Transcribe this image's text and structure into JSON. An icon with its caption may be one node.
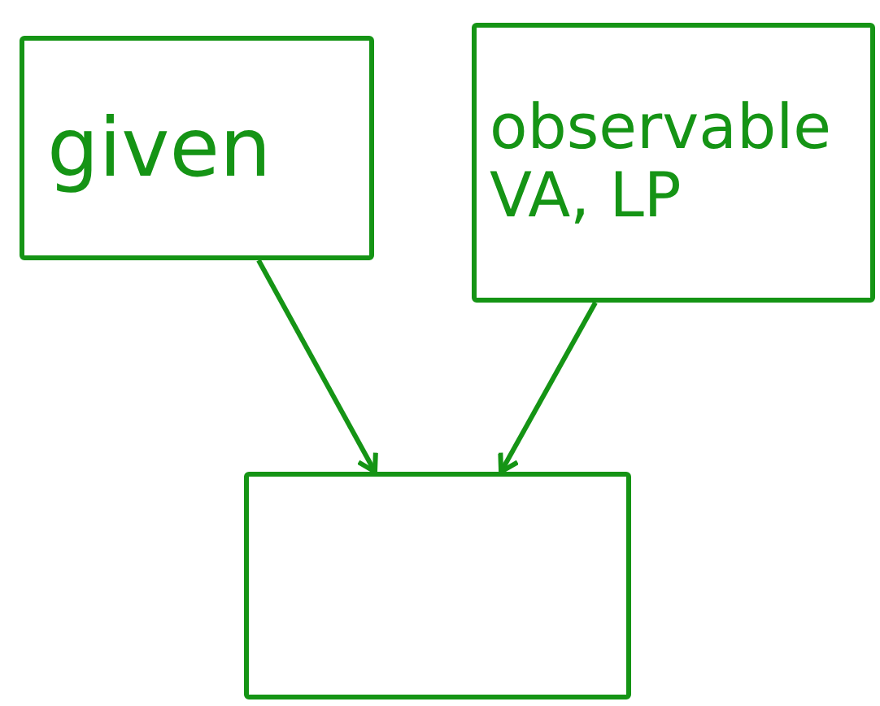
{
  "diagram": {
    "nodes": [
      {
        "text": [
          "given"
        ]
      },
      {
        "text": [
          "observable",
          "VA, LP"
        ]
      },
      {
        "text": [],
        "shape": "box"
      }
    ],
    "edges": [
      {
        "from": 0,
        "to": 2,
        "arrow": "to"
      },
      {
        "from": 1,
        "to": 2,
        "arrow": "to"
      }
    ]
  }
}
